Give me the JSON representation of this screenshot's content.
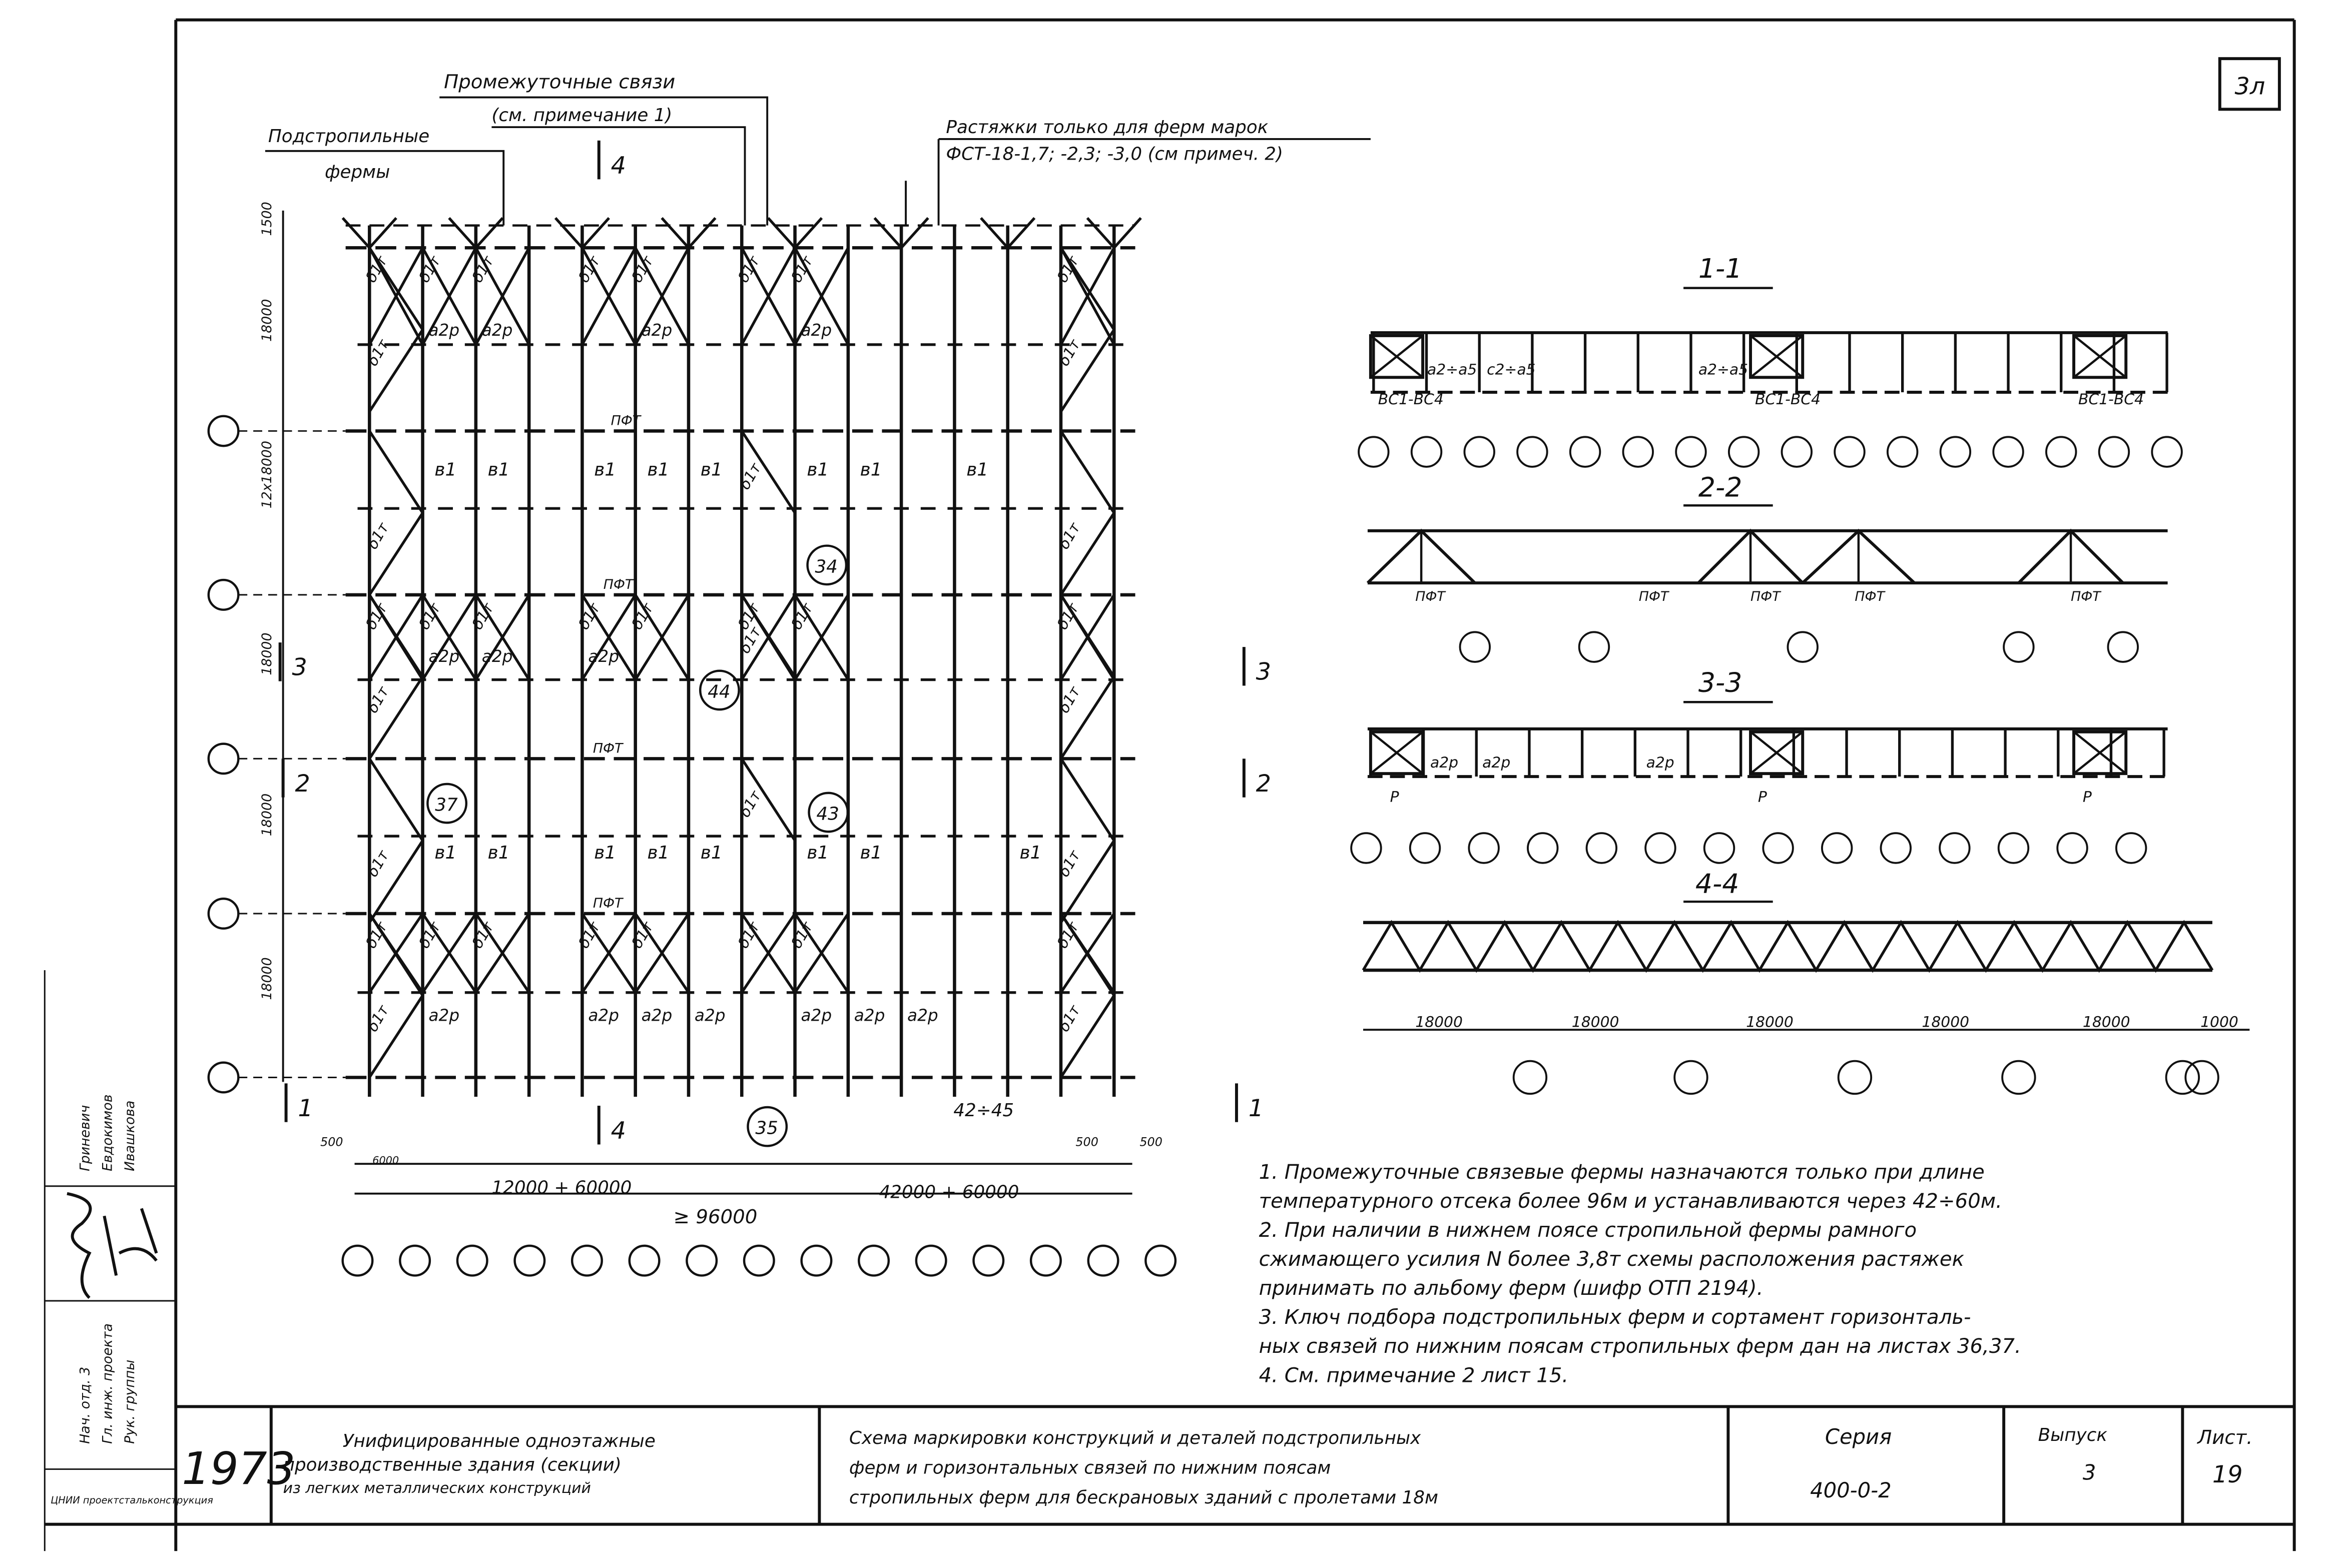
{
  "sheet_corner": "3л",
  "plan": {
    "label_intermediate": "Промежуточные связи",
    "label_intermediate_note": "(см. примечание 1)",
    "label_subtruss_1": "Подстропильные",
    "label_subtruss_2": "фермы",
    "label_ties_1": "Растяжки только для ферм марок",
    "label_ties_2": "ФСТ-18-1,7; -2,3; -3,0 (см примеч. 2)",
    "brace": "δ1т",
    "tie_a": "а2р",
    "tie_b": "в1",
    "truss": "ПФТ",
    "marks": [
      "34",
      "44",
      "37",
      "43",
      "35"
    ],
    "section_marks": [
      "1",
      "2",
      "3",
      "4"
    ],
    "dims_left": [
      "1500",
      "18000",
      "12x18000",
      "18000",
      "18000",
      "18000"
    ],
    "dims_bottom": [
      "500",
      "6000",
      "12000 + 60000",
      "42000 + 60000",
      "≥ 96000",
      "42÷45",
      "500",
      "500"
    ]
  },
  "sections": {
    "s11": {
      "title": "1-1",
      "labels": [
        "а2÷а5",
        "с2÷а5",
        "а2÷а5",
        "ВС1-ВС4",
        "ВС1-ВС4",
        "ВС1-ВС4"
      ]
    },
    "s22": {
      "title": "2-2",
      "labels": [
        "ПФТ",
        "ПФТ",
        "ПФТ",
        "ПФТ",
        "ПФТ"
      ]
    },
    "s33": {
      "title": "3-3",
      "labels": [
        "а2р",
        "а2р",
        "а2р",
        "Р",
        "Р",
        "Р"
      ]
    },
    "s44": {
      "title": "4-4",
      "dims": [
        "18000",
        "18000",
        "18000",
        "18000",
        "18000",
        "1000"
      ]
    }
  },
  "notes": [
    "1. Промежуточные связевые фермы назначаются только при длине",
    "температурного отсека более 96м и устанавливаются через 42÷60м.",
    "2. При наличии в нижнем поясе стропильной фермы рамного",
    "сжимающего усилия N более 3,8т схемы расположения растяжек",
    "принимать по альбому ферм (шифр ОТП 2194).",
    "3. Ключ подбора подстропильных ферм и сортамент горизонталь-",
    "ных связей по нижним поясам стропильных ферм дан на листах 36,37.",
    "4. См. примечание 2 лист 15."
  ],
  "stamp": {
    "roles": [
      "Нач. отд. 3",
      "Гл. инж. проекта",
      "Рук. группы"
    ],
    "names": [
      "Гриневич",
      "Евдокимов",
      "Ивашкова"
    ],
    "org": "ЦНИИ проектстальконструкция"
  },
  "title_block": {
    "year": "1973",
    "series_title": [
      "Унифицированные одноэтажные",
      "производственные здания (секции)",
      "из легких металлических конструкций"
    ],
    "sheet_title": [
      "Схема маркировки конструкций и деталей подстропильных",
      "ферм и горизонтальных связей по нижним поясам",
      "стропильных ферм для бескрановых зданий с пролетами 18м"
    ],
    "series_label": "Серия",
    "series_value": "400-0-2",
    "issue_label": "Выпуск",
    "issue_value": "3",
    "sheet_label": "Лист.",
    "sheet_value": "19"
  }
}
